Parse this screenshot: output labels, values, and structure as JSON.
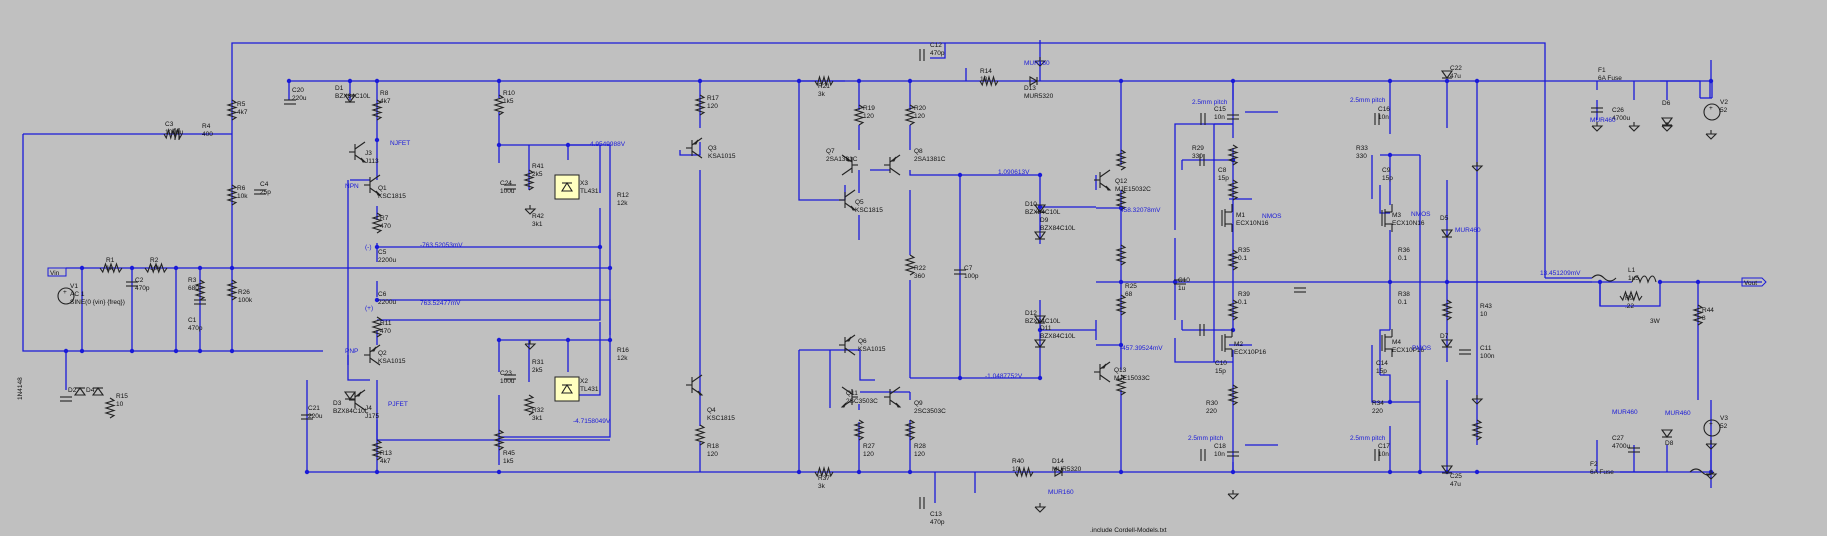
{
  "directive": ".include Cordell-Models.txt",
  "nodes": [
    {
      "id": "in",
      "text": "Vin"
    },
    {
      "id": "out",
      "text": "Vout"
    }
  ],
  "voltage_labels": [
    {
      "id": "v1",
      "text": "4.9549988V"
    },
    {
      "id": "v2",
      "text": "-763.52053mV"
    },
    {
      "id": "v3",
      "text": "763.52477mV"
    },
    {
      "id": "v4",
      "text": "-4.7158049V"
    },
    {
      "id": "v5",
      "text": "1.090613V"
    },
    {
      "id": "v6",
      "text": "-1.0487752V"
    },
    {
      "id": "v7",
      "text": "458.32078mV"
    },
    {
      "id": "v8",
      "text": "-457.39524mV"
    },
    {
      "id": "v9",
      "text": "13.451209mV"
    }
  ],
  "pitch_labels": [
    {
      "id": "p1",
      "text": "2.5mm pitch"
    },
    {
      "id": "p2",
      "text": "2.5mm pitch"
    },
    {
      "id": "p3",
      "text": "2.5mm pitch"
    },
    {
      "id": "p4",
      "text": "2.5mm pitch"
    }
  ],
  "type_labels": [
    {
      "id": "npn",
      "text": "NPN"
    },
    {
      "id": "pnp",
      "text": "PNP"
    },
    {
      "id": "njfet",
      "text": "NJFET"
    },
    {
      "id": "pjfet",
      "text": "PJFET"
    },
    {
      "id": "nmos1",
      "text": "NMOS"
    },
    {
      "id": "nmos2",
      "text": "NMOS"
    },
    {
      "id": "pmos",
      "text": "PMOS"
    },
    {
      "id": "plus",
      "text": "(+)"
    },
    {
      "id": "minus",
      "text": "(-)"
    },
    {
      "id": "plus2",
      "text": "(+)"
    },
    {
      "id": "mur1",
      "text": "MUR160"
    },
    {
      "id": "mur2",
      "text": "MUR160"
    },
    {
      "id": "mur3",
      "text": "MUR460"
    },
    {
      "id": "mur4",
      "text": "MUR460"
    },
    {
      "id": "mur5",
      "text": "MUR460"
    },
    {
      "id": "mur6",
      "text": "MUR460"
    }
  ],
  "components": [
    {
      "id": "V1",
      "name": "V1",
      "value": "AC 1",
      "extra": "SINE(0 {vin} {freq})"
    },
    {
      "id": "R1",
      "name": "R1",
      "value": "1k"
    },
    {
      "id": "R2",
      "name": "R2",
      "value": "10k"
    },
    {
      "id": "C2",
      "name": "C2",
      "value": "470p"
    },
    {
      "id": "R3",
      "name": "R3",
      "value": "680"
    },
    {
      "id": "C1",
      "name": "C1",
      "value": "470p"
    },
    {
      "id": "R26",
      "name": "R26",
      "value": "100k"
    },
    {
      "id": "C3",
      "name": "C3",
      "value": "1000u"
    },
    {
      "id": "R4",
      "name": "R4",
      "value": "400"
    },
    {
      "id": "R5",
      "name": "R5",
      "value": "4k7"
    },
    {
      "id": "R6",
      "name": "R6",
      "value": "10k"
    },
    {
      "id": "C4",
      "name": "C4",
      "value": "25p"
    },
    {
      "id": "C20",
      "name": "C20",
      "value": "220u"
    },
    {
      "id": "D1",
      "name": "D1",
      "value": "BZX84C10L"
    },
    {
      "id": "R8",
      "name": "R8",
      "value": "4k7"
    },
    {
      "id": "J3",
      "name": "J3",
      "value": "J113"
    },
    {
      "id": "Q1",
      "name": "Q1",
      "value": "KSC1815"
    },
    {
      "id": "R7",
      "name": "R7",
      "value": "470"
    },
    {
      "id": "C5",
      "name": "C5",
      "value": "2200u"
    },
    {
      "id": "C6",
      "name": "C6",
      "value": "2200u"
    },
    {
      "id": "R11",
      "name": "R11",
      "value": "470"
    },
    {
      "id": "Q2",
      "name": "Q2",
      "value": "KSA1015"
    },
    {
      "id": "J4",
      "name": "J4",
      "value": "J175"
    },
    {
      "id": "R13",
      "name": "R13",
      "value": "4k7"
    },
    {
      "id": "D3",
      "name": "D3",
      "value": "BZX84C10L"
    },
    {
      "id": "C21",
      "name": "C21",
      "value": "220u"
    },
    {
      "id": "D2",
      "name": "D2",
      "value": "1N4148"
    },
    {
      "id": "D4",
      "name": "D4",
      "value": ""
    },
    {
      "id": "R15",
      "name": "R15",
      "value": "10"
    },
    {
      "id": "R10",
      "name": "R10",
      "value": "1k5"
    },
    {
      "id": "C24",
      "name": "C24",
      "value": "100u"
    },
    {
      "id": "R41",
      "name": "R41",
      "value": "2k5"
    },
    {
      "id": "R42",
      "name": "R42",
      "value": "3k1"
    },
    {
      "id": "X3",
      "name": "X3",
      "value": "TL431"
    },
    {
      "id": "R12",
      "name": "R12",
      "value": "12k"
    },
    {
      "id": "C23",
      "name": "C23",
      "value": "100u"
    },
    {
      "id": "R31",
      "name": "R31",
      "value": "2k5"
    },
    {
      "id": "R32",
      "name": "R32",
      "value": "3k1"
    },
    {
      "id": "X2",
      "name": "X2",
      "value": "TL431"
    },
    {
      "id": "R16",
      "name": "R16",
      "value": "12k"
    },
    {
      "id": "R45",
      "name": "R45",
      "value": "1k5"
    },
    {
      "id": "R17",
      "name": "R17",
      "value": "120"
    },
    {
      "id": "Q3",
      "name": "Q3",
      "value": "KSA1015"
    },
    {
      "id": "Q4",
      "name": "Q4",
      "value": "KSC1815"
    },
    {
      "id": "R18",
      "name": "R18",
      "value": "120"
    },
    {
      "id": "R21",
      "name": "R21",
      "value": "3k"
    },
    {
      "id": "R19",
      "name": "R19",
      "value": "120"
    },
    {
      "id": "R20",
      "name": "R20",
      "value": "120"
    },
    {
      "id": "Q7",
      "name": "Q7",
      "value": "2SA1381C"
    },
    {
      "id": "Q8",
      "name": "Q8",
      "value": "2SA1381C"
    },
    {
      "id": "Q5",
      "name": "Q5",
      "value": "KSC1815"
    },
    {
      "id": "R22",
      "name": "R22",
      "value": "360"
    },
    {
      "id": "C7",
      "name": "C7",
      "value": "100p"
    },
    {
      "id": "Q6",
      "name": "Q6",
      "value": "KSA1015"
    },
    {
      "id": "Q11",
      "name": "Q11",
      "value": "2SC3503C"
    },
    {
      "id": "Q9",
      "name": "Q9",
      "value": "2SC3503C"
    },
    {
      "id": "R27",
      "name": "R27",
      "value": "120"
    },
    {
      "id": "R28",
      "name": "R28",
      "value": "120"
    },
    {
      "id": "R37",
      "name": "R37",
      "value": "3k"
    },
    {
      "id": "C12",
      "name": "C12",
      "value": "470p"
    },
    {
      "id": "R14",
      "name": "R14",
      "value": "10"
    },
    {
      "id": "D13",
      "name": "D13",
      "value": "MUR5320"
    },
    {
      "id": "C13",
      "name": "C13",
      "value": "470p"
    },
    {
      "id": "R40",
      "name": "R40",
      "value": "10"
    },
    {
      "id": "D14",
      "name": "D14",
      "value": "MUR5320"
    },
    {
      "id": "D10",
      "name": "D10",
      "value": "BZX84C10L"
    },
    {
      "id": "D9",
      "name": "D9",
      "value": "BZX84C10L"
    },
    {
      "id": "D12",
      "name": "D12",
      "value": "BZX84C10L"
    },
    {
      "id": "D11",
      "name": "D11",
      "value": "BZX84C10L"
    },
    {
      "id": "Q12",
      "name": "Q12",
      "value": "MJE15032C"
    },
    {
      "id": "Q13",
      "name": "Q13",
      "value": "MJE15033C"
    },
    {
      "id": "R25",
      "name": "R25",
      "value": "68"
    },
    {
      "id": "C10",
      "name": "C10",
      "value": "1u"
    },
    {
      "id": "R29",
      "name": "R29",
      "value": "330"
    },
    {
      "id": "C8",
      "name": "C8",
      "value": "15p"
    },
    {
      "id": "M1",
      "name": "M1",
      "value": "ECX10N16"
    },
    {
      "id": "R35",
      "name": "R35",
      "value": "0.1"
    },
    {
      "id": "R39",
      "name": "R39",
      "value": "0.1"
    },
    {
      "id": "M2",
      "name": "M2",
      "value": "ECX10P16"
    },
    {
      "id": "C10b",
      "name": "C10",
      "value": "15p"
    },
    {
      "id": "R30",
      "name": "R30",
      "value": "220"
    },
    {
      "id": "C15",
      "name": "C15",
      "value": "10n"
    },
    {
      "id": "C18",
      "name": "C18",
      "value": "10n"
    },
    {
      "id": "R33",
      "name": "R33",
      "value": "330"
    },
    {
      "id": "C9",
      "name": "C9",
      "value": "15p"
    },
    {
      "id": "M3",
      "name": "M3",
      "value": "ECX10N16"
    },
    {
      "id": "R36",
      "name": "R36",
      "value": "0.1"
    },
    {
      "id": "R38",
      "name": "R38",
      "value": "0.1"
    },
    {
      "id": "M4",
      "name": "M4",
      "value": "ECX10P16"
    },
    {
      "id": "C14",
      "name": "C14",
      "value": "15p"
    },
    {
      "id": "R34",
      "name": "R34",
      "value": "220"
    },
    {
      "id": "C16",
      "name": "C16",
      "value": "10n"
    },
    {
      "id": "C17",
      "name": "C17",
      "value": "10n"
    },
    {
      "id": "C22",
      "name": "C22",
      "value": "47u"
    },
    {
      "id": "C25",
      "name": "C25",
      "value": "47u"
    },
    {
      "id": "D5",
      "name": "D5",
      "value": ""
    },
    {
      "id": "D7",
      "name": "D7",
      "value": ""
    },
    {
      "id": "R43",
      "name": "R43",
      "value": "10"
    },
    {
      "id": "C11",
      "name": "C11",
      "value": "100n"
    },
    {
      "id": "F1",
      "name": "F1",
      "value": "6A Fuse"
    },
    {
      "id": "F2",
      "name": "F2",
      "value": "6A Fuse"
    },
    {
      "id": "C26",
      "name": "C26",
      "value": "4700u"
    },
    {
      "id": "D6",
      "name": "D6",
      "value": ""
    },
    {
      "id": "V2",
      "name": "V2",
      "value": "52"
    },
    {
      "id": "C27",
      "name": "C27",
      "value": "4700u"
    },
    {
      "id": "D8",
      "name": "D8",
      "value": ""
    },
    {
      "id": "V3",
      "name": "V3",
      "value": "52"
    },
    {
      "id": "L1",
      "name": "L1",
      "value": "1u5"
    },
    {
      "id": "R9",
      "name": "R9",
      "value": ".22"
    },
    {
      "id": "R9w",
      "name": "",
      "value": "3W"
    },
    {
      "id": "R44",
      "name": "R44",
      "value": "8"
    }
  ]
}
